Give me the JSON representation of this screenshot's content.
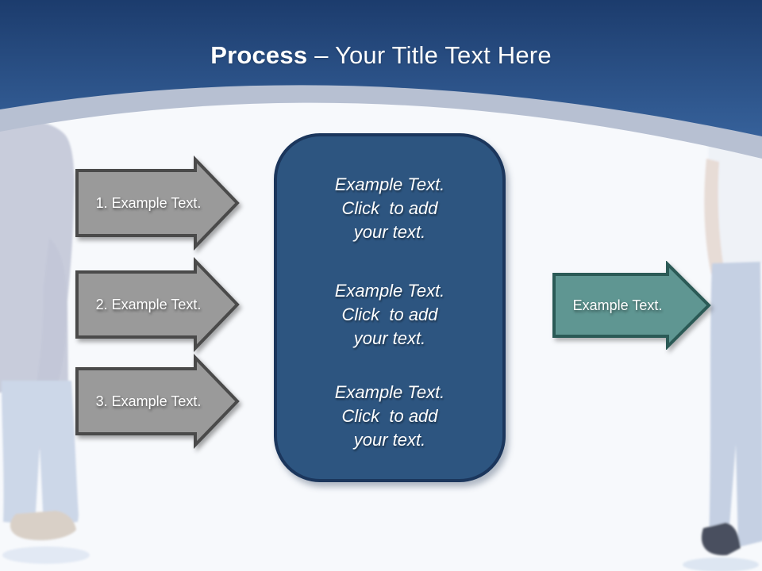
{
  "colors": {
    "page_bg": "#f7f9fc",
    "header_top": "#1c3c6d",
    "header_bottom": "#36619a",
    "band": "#b7c0d2",
    "gray_arrow_fill": "#9a9a9a",
    "gray_arrow_border": "#4a4a4a",
    "box_fill": "#2d5580",
    "box_border": "#1b365c",
    "teal_arrow_fill": "#5f9692",
    "teal_arrow_border": "#2b5a56"
  },
  "header": {
    "title_bold": "Process",
    "title_rest": "– Your Title Text Here"
  },
  "process_arrows": [
    {
      "label": "1. Example Text."
    },
    {
      "label": "2. Example Text."
    },
    {
      "label": "3. Example Text."
    }
  ],
  "center_box": {
    "blocks": [
      {
        "lines": [
          "Example Text.",
          "Click  to add",
          "your text."
        ]
      },
      {
        "lines": [
          "Example Text.",
          "Click  to add",
          "your text."
        ]
      },
      {
        "lines": [
          "Example Text.",
          "Click  to add",
          "your text."
        ]
      }
    ]
  },
  "right_arrow": {
    "label": "Example Text."
  },
  "background": {
    "left_figure_alt": "faded photo of man standing in jeans, hands in pockets",
    "right_figure_alt": "faded photo of woman standing in jeans"
  }
}
